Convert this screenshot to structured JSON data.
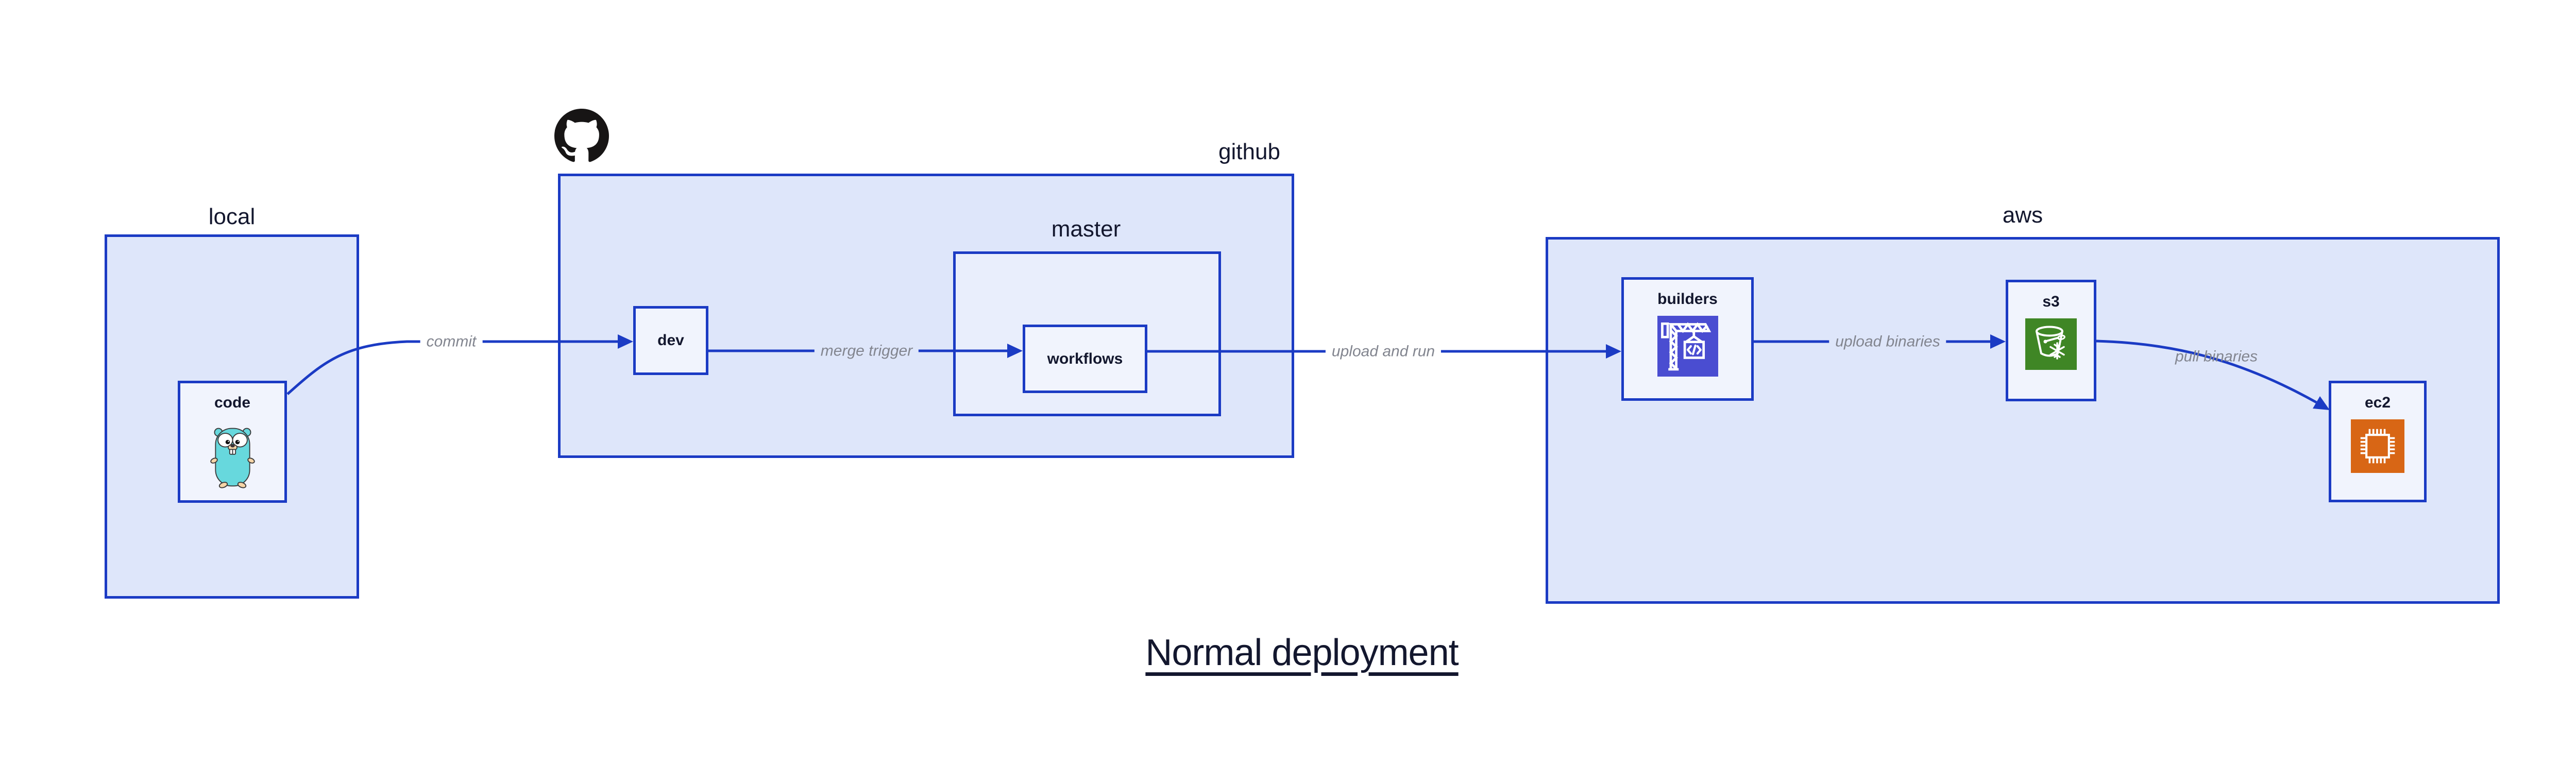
{
  "title": "Normal deployment",
  "groups": {
    "local": "local",
    "github": "github",
    "master": "master",
    "aws": "aws"
  },
  "nodes": {
    "code": "code",
    "dev": "dev",
    "workflows": "workflows",
    "builders": "builders",
    "s3": "s3",
    "ec2": "ec2"
  },
  "edges": {
    "commit": "commit",
    "merge_trigger": "merge trigger",
    "upload_and_run": "upload and run",
    "upload_binaries": "upload binaries",
    "pull_binaries": "pull binaries"
  },
  "icons": {
    "github": "github-octocat-logo",
    "code": "go-gopher-mascot",
    "builders": "aws-codebuild-crane",
    "s3": "aws-s3-glacier-bucket",
    "ec2": "aws-ec2-chip"
  },
  "colors": {
    "border_and_arrow_blue": "#1b3bc4",
    "panel_fill": "#dee6fa",
    "mid_fill": "#e9eefc",
    "leaf_fill": "#f1f4fd",
    "text_dark": "#13172e",
    "edge_label_gray": "#82858f",
    "codebuild_indigo": "#4a4dd1",
    "s3_green": "#3f8625",
    "ec2_orange": "#d86615",
    "github_black": "#171515",
    "gopher_teal": "#67d8dd"
  }
}
